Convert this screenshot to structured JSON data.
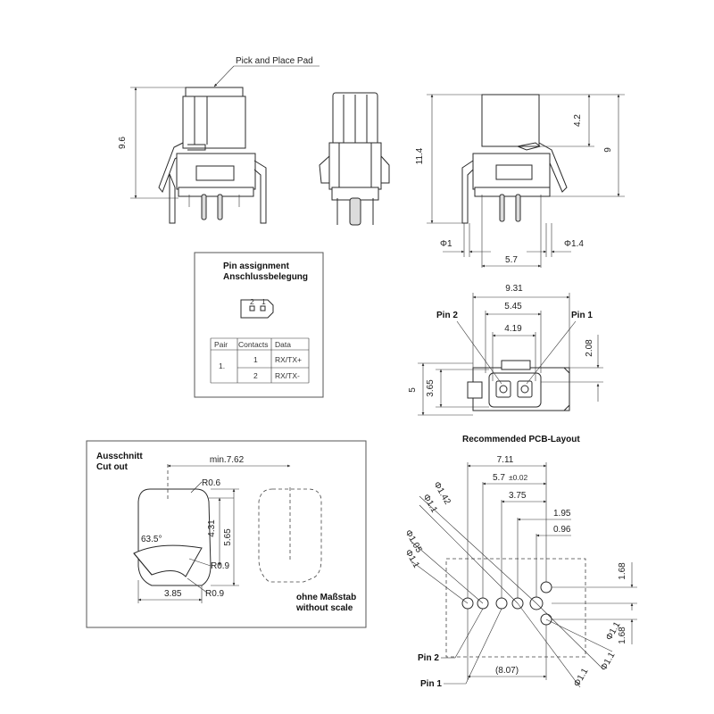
{
  "labels": {
    "pick_place": "Pick and Place Pad",
    "pin_assignment_en": "Pin assignment",
    "pin_assignment_de": "Anschlussbelegung",
    "pin2": "Pin 2",
    "pin1": "Pin 1",
    "pcb_title": "Recommended PCB-Layout",
    "cutout_de": "Ausschnitt",
    "cutout_en": "Cut out",
    "scale_de": "ohne Maßstab",
    "scale_en": "without scale",
    "pin2_pcb": "Pin 2",
    "pin1_pcb": "Pin 1",
    "pad_pin2": "2",
    "pad_pin1": "1"
  },
  "dimensions": {
    "d_9_6": "9.6",
    "d_11_4": "11.4",
    "d_4_2": "4.2",
    "d_9": "9",
    "d_phi1": "Φ1",
    "d_phi1_4": "Φ1.4",
    "d_5_7": "5.7",
    "d_9_31": "9.31",
    "d_5_45": "5.45",
    "d_4_19": "4.19",
    "d_2_08": "2.08",
    "d_5": "5",
    "d_3_65": "3.65",
    "c_min": "min.7.62",
    "c_r06": "R0.6",
    "c_4_31": "4.31",
    "c_5_65": "5.65",
    "c_63_5": "63.5°",
    "c_r09a": "R0.9",
    "c_r09b": "R0.9",
    "c_3_85": "3.85",
    "p_7_11": "7.11",
    "p_5_7": "5.7",
    "p_tol": "±0.02",
    "p_3_75": "3.75",
    "p_1_95": "1.95",
    "p_0_96": "0.96",
    "p_phi1_42": "Φ1.42",
    "p_phi1_1a": "Φ1.1",
    "p_phi1_05": "Φ1.05",
    "p_phi1_1b": "Φ1.1",
    "p_1_68a": "1.68",
    "p_1_68b": "1.68",
    "p_phi1_1c": "Φ1.1",
    "p_phi1_1d": "Φ1.1",
    "p_phi1_1e": "Φ1.1",
    "p_8_07": "(8.07)"
  },
  "pin_table": {
    "headers": [
      "Pair",
      "Contacts",
      "Data"
    ],
    "pair": "1.",
    "rows": [
      {
        "contact": "1",
        "data": "RX/TX+"
      },
      {
        "contact": "2",
        "data": "RX/TX-"
      }
    ]
  }
}
